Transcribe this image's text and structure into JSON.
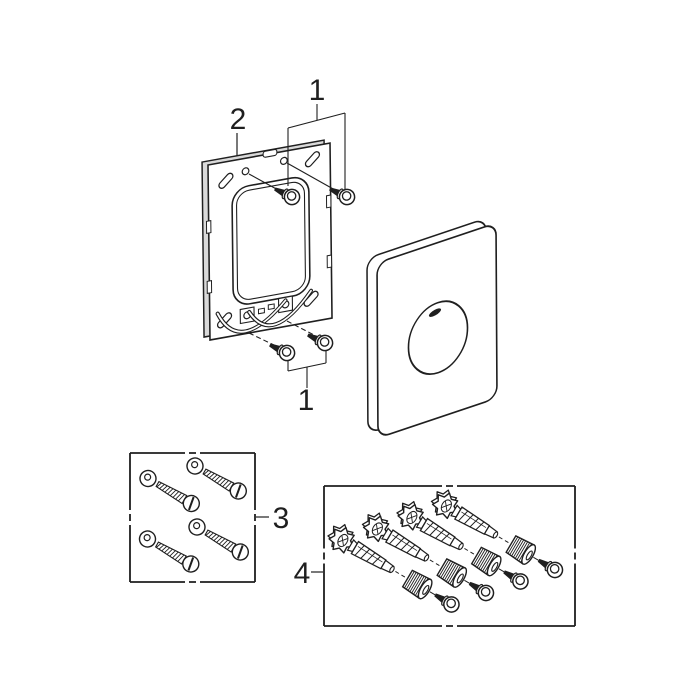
{
  "diagram": {
    "type": "exploded-parts-diagram",
    "background_color": "#ffffff",
    "line_color": "#1f1f1f",
    "callouts": {
      "screws_top": "1",
      "frame": "2",
      "screws_bottom": "1",
      "screw_kit": "3",
      "bolt_kit": "4"
    }
  }
}
